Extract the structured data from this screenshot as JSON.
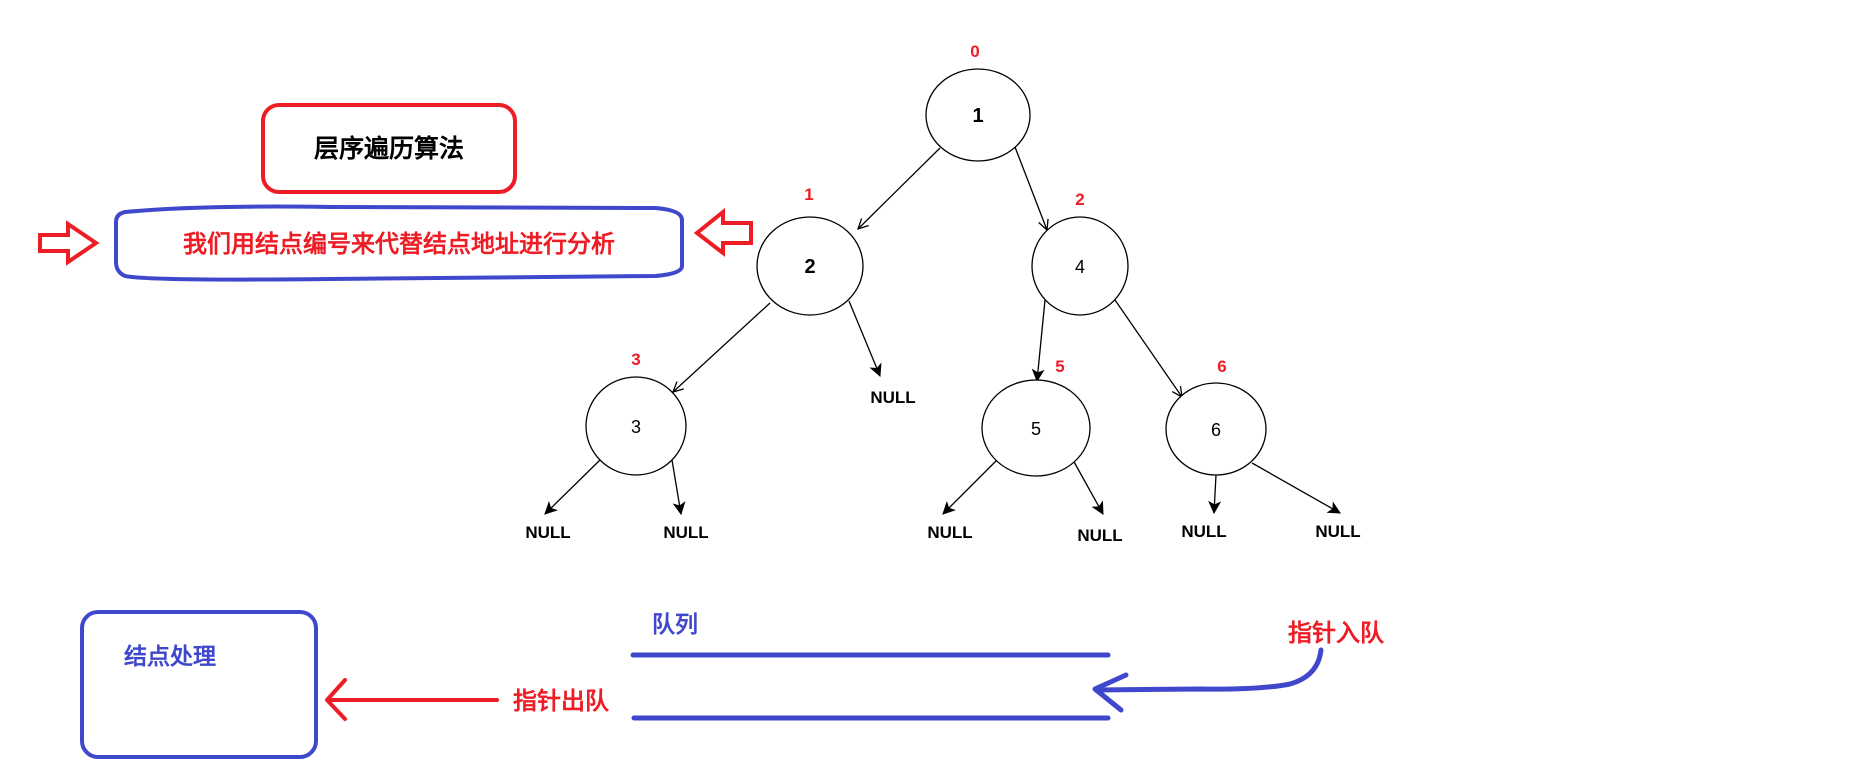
{
  "title": "层序遍历算法",
  "note": "我们用结点编号来代替结点地址进行分析",
  "colors": {
    "red": "#ee1c24",
    "blue": "#3f48cc",
    "black": "#000000"
  },
  "tree": {
    "nodes": [
      {
        "id": "n1",
        "value": "1",
        "index": "0"
      },
      {
        "id": "n2",
        "value": "2",
        "index": "1"
      },
      {
        "id": "n4",
        "value": "4",
        "index": "2"
      },
      {
        "id": "n3",
        "value": "3",
        "index": "3"
      },
      {
        "id": "n5",
        "value": "5",
        "index": "5"
      },
      {
        "id": "n6",
        "value": "6",
        "index": "6"
      }
    ],
    "edges": [
      {
        "from": "n1",
        "to": "n2"
      },
      {
        "from": "n1",
        "to": "n4"
      },
      {
        "from": "n2",
        "to": "n3"
      },
      {
        "from": "n2",
        "to": "null-a"
      },
      {
        "from": "n4",
        "to": "n5"
      },
      {
        "from": "n4",
        "to": "n6"
      },
      {
        "from": "n3",
        "to": "null-b"
      },
      {
        "from": "n3",
        "to": "null-c"
      },
      {
        "from": "n5",
        "to": "null-d"
      },
      {
        "from": "n5",
        "to": "null-e"
      },
      {
        "from": "n6",
        "to": "null-f"
      },
      {
        "from": "n6",
        "to": "null-g"
      }
    ],
    "null_label": "NULL"
  },
  "queue": {
    "label": "队列",
    "enqueue_label": "指针入队",
    "dequeue_label": "指针出队",
    "process_label": "结点处理"
  }
}
